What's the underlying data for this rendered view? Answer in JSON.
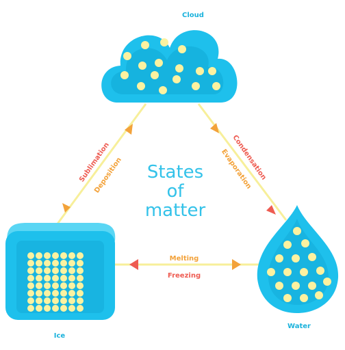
{
  "colors": {
    "blue": "#1ec0ec",
    "blue_dark": "#11a7d6",
    "blue_light": "#5ad6f4",
    "yellow": "#fcf2a0",
    "line": "#f7ef9a",
    "arrow_orange": "#f3a23a",
    "arrow_red": "#ee5c52",
    "title": "#33c2e9",
    "label_blue": "#1ab2dc"
  },
  "title": [
    "States",
    "of",
    "matter"
  ],
  "nodes": {
    "cloud": "Cloud",
    "ice": "Ice",
    "water": "Water"
  },
  "transitions": {
    "sublimation": "Sublimation",
    "deposition": "Deposition",
    "condensation": "Condensation",
    "evaporation": "Evaporation",
    "melting": "Melting",
    "freezing": "Freezing"
  }
}
